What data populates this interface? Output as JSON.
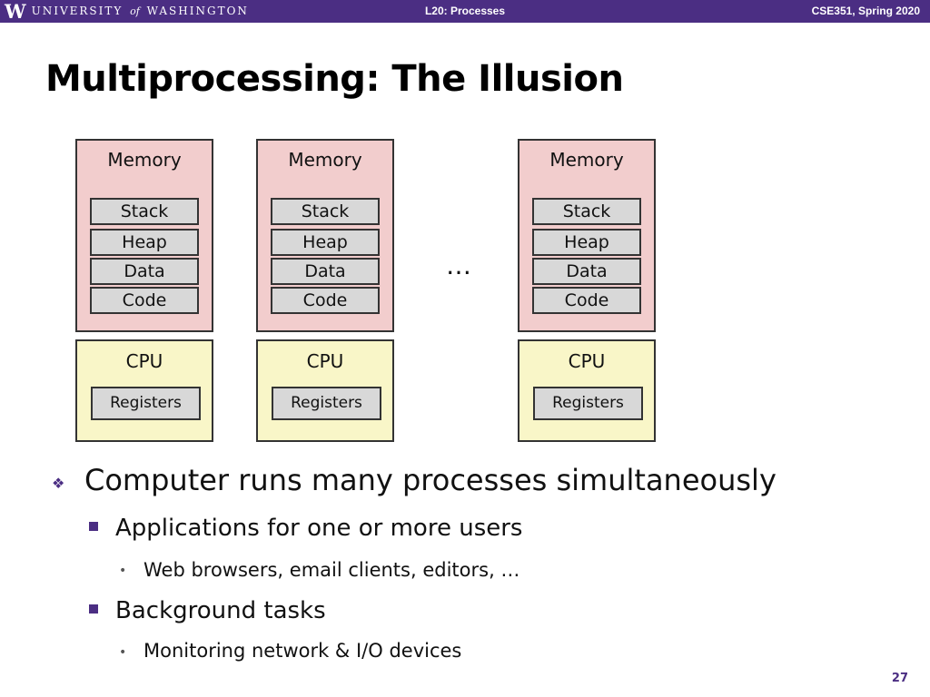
{
  "header": {
    "logo_w": "W",
    "university_pre": "UNIVERSITY",
    "university_of": "of",
    "university_post": "WASHINGTON",
    "lecture": "L20:  Processes",
    "course": "CSE351, Spring 2020",
    "colors": {
      "bar": "#4b2e83"
    }
  },
  "title": "Multiprocessing:  The Illusion",
  "diagram": {
    "processes": [
      {
        "memory_label": "Memory",
        "segments": [
          "Stack",
          "Heap",
          "Data",
          "Code"
        ],
        "cpu_label": "CPU",
        "registers_label": "Registers"
      },
      {
        "memory_label": "Memory",
        "segments": [
          "Stack",
          "Heap",
          "Data",
          "Code"
        ],
        "cpu_label": "CPU",
        "registers_label": "Registers"
      },
      {
        "memory_label": "Memory",
        "segments": [
          "Stack",
          "Heap",
          "Data",
          "Code"
        ],
        "cpu_label": "CPU",
        "registers_label": "Registers"
      }
    ],
    "ellipsis": "…",
    "colors": {
      "memory": "#f2cdcd",
      "cpu": "#f9f6c8",
      "segment": "#d8d8d8"
    }
  },
  "bullets": {
    "level1": "Computer runs many processes simultaneously",
    "items": [
      {
        "text": "Applications for one or more users",
        "sub": "Web browsers, email clients, editors, …"
      },
      {
        "text": "Background tasks",
        "sub": "Monitoring network & I/O devices"
      }
    ]
  },
  "page_number": "27"
}
